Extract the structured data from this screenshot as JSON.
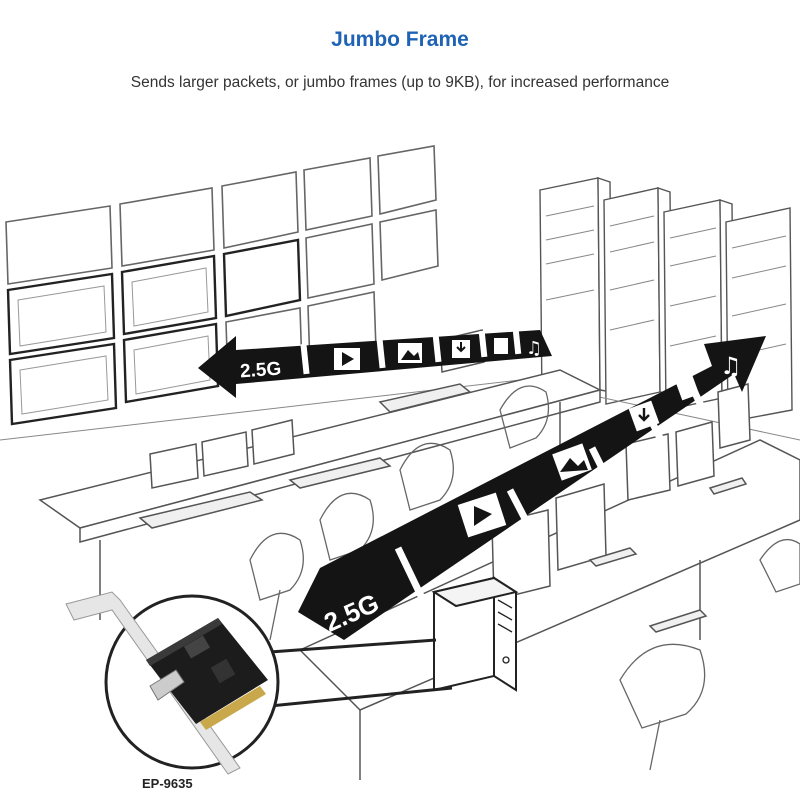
{
  "heading": {
    "title": "Jumbo Frame",
    "subtitle": "Sends larger packets, or jumbo frames (up to 9KB), for increased performance"
  },
  "arrows": {
    "back_arrow_label": "2.5G",
    "front_arrow_label": "2.5G"
  },
  "product": {
    "model": "EP-9635"
  },
  "icons": [
    "video-icon",
    "image-icon",
    "download-icon",
    "document-icon",
    "music-icon"
  ],
  "colors": {
    "title": "#1f63b5",
    "arrow": "#141414",
    "line_art": "#555555"
  }
}
